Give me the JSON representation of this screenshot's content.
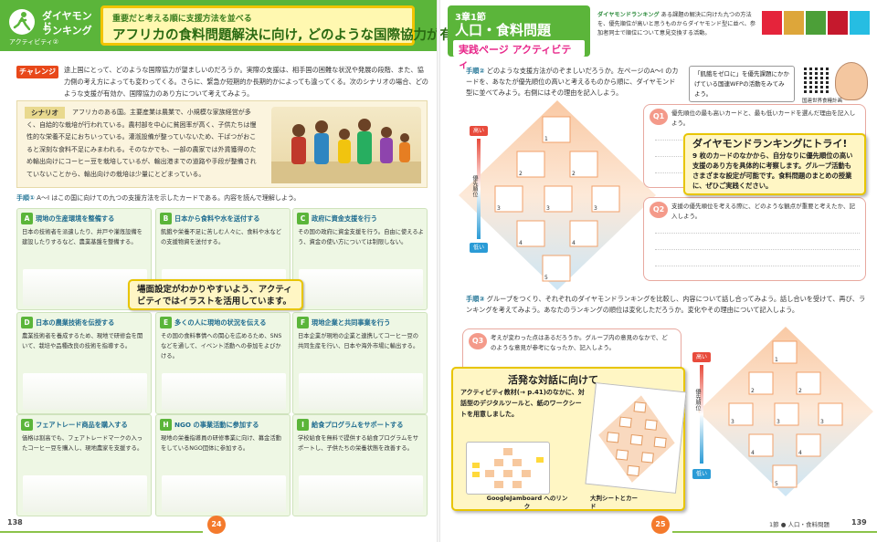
{
  "header_left": {
    "badge_line1": "ダイヤモンド",
    "badge_line2": "ランキング",
    "badge_sub": "アクティビティ②",
    "subtitle": "重要だと考える順に支援方法を並べる",
    "title": "アフリカの食料問題解決に向け, どのような国際協力が有効か?"
  },
  "header_right": {
    "chapter": "3章1節",
    "section": "人口・食料問題",
    "practice": "実践ページ アクティビティ",
    "sdg_label": "ダイヤモンドランキング",
    "sdg_text": "ある課題の解決に向けた九つの方法を、優先順位が高いと思うものからダイヤモンド型に並べ、参加者同士で順位について意見交換する活動。"
  },
  "challenge": {
    "label": "チャレンジ",
    "text": "途上国にとって、どのような国際協力が望ましいのだろうか。実際の支援は、相手国の困難な状況や発展の段階、また、協力側の考え方によっても変わってくる。さらに、緊急か短期的か長期的かによっても違ってくる。次のシナリオの場合、どのような支援が有効か、国際協力のあり方について考えてみよう。"
  },
  "scenario": {
    "label": "シナリオ",
    "text": "アフリカのある国。主要産業は農業で、小規模な家族経営が多く、自給的な栽培が行われている。農村部を中心に貧困率が高く、子供たちは慢性的な栄養不足におちいっている。灌漑設備が整っていないため、干ばつがおこると深刻な食料不足にみまわれる。そのなかでも、一部の農家では外貨獲得のため輸出向けにコーヒー豆を栽培しているが、輸出港までの道路や手段が整備されていないことから、輸出向けの栽培は少量にとどまっている。"
  },
  "step1": {
    "label": "手順①",
    "text": "A〜I はこの国に向けての九つの支援方法を示したカードである。内容を読んで理解しよう。"
  },
  "cards": [
    {
      "key": "A",
      "title": "現地の生産環境を整備する",
      "text": "日本の技術者を派遣したり、井戸や灌漑設備を建設したりするなど、農業基盤を整備する。"
    },
    {
      "key": "B",
      "title": "日本から食料や水を送付する",
      "text": "飢餓や栄養不足に苦しむ人々に、食料や水などの支援物資を送付する。"
    },
    {
      "key": "C",
      "title": "政府に資金支援を行う",
      "text": "その国の政府に資金支援を行う。自由に使えるよう、資金の使い方については制限しない。"
    },
    {
      "key": "D",
      "title": "日本の農業技術を伝授する",
      "text": "農業技術者を養成するため、現地で研修会を開いて、栽培や品種改良の技術を指導する。"
    },
    {
      "key": "E",
      "title": "多くの人に現地の状況を伝える",
      "text": "その国の食料事情への関心を広めるため、SNSなどを通して、イベント活動への参加をよびかける。"
    },
    {
      "key": "F",
      "title": "現地企業と共同事業を行う",
      "text": "日本企業が現地の企業と連携してコーヒー豆の共同生産を行い、日本や海外市場に輸出する。"
    },
    {
      "key": "G",
      "title": "フェアトレード商品を購入する",
      "text": "価格は割高でも、フェアトレードマークの入ったコーヒー豆を購入し、現地農家を支援する。"
    },
    {
      "key": "H",
      "title": "NGO の事業活動に参加する",
      "text": "現地の栄養指導員の研修事業に向け、募金活動をしているNGO団体に参加する。"
    },
    {
      "key": "I",
      "title": "給食プログラムをサポートする",
      "text": "学校給食を無料で提供する給食プログラムをサポートし、子供たちの栄養状態を改善する。"
    }
  ],
  "callout_left": "場面設定がわかりやすいよう、アクティビティではイラストを活用しています。",
  "step2": {
    "label": "手順②",
    "text": "どのような支援方法がのぞましいだろうか。左ページのA〜I のカードを、あなたが優先順位の高いと考えるものから順に、ダイヤモンド型に並べてみよう。右側にはその理由を記入しよう。"
  },
  "axis": {
    "top": "高い",
    "mid": "優先順位",
    "bottom": "低い"
  },
  "qr_text": "「飢餓をゼロに」を優先課題にかかげている国連WFPの活動をみてみよう。",
  "wfp_label": "国連世界食糧計画",
  "q1": {
    "num": "Q1",
    "text": "優先順位の最も高いカードと、最も低いカードを選んだ理由を記入しよう。"
  },
  "q2": {
    "num": "Q2",
    "text": "支援の優先順位を考える際に、どのような観点が重要と考えたか、記入しよう。"
  },
  "callout_try": {
    "title": "ダイヤモンドランキングにトライ!",
    "text": "9 枚のカードのなかから、自分なりに優先順位の高い支援のあり方を具体的に考察します。グループ活動もさまざまな設定が可能です。食料問題のまとめの授業に、ぜひご実践ください。"
  },
  "step3": {
    "label": "手順③",
    "text": "グループをつくり、それぞれのダイヤモンドランキングを比較し、内容について話し合ってみよう。話し合いを受けて、再び、ランキングを考えてみよう。あなたのランキングの順位は変化しただろうか。変化やその理由について記入しよう。"
  },
  "q3": {
    "num": "Q3",
    "text": "考えが変わった点はあるだろうか。グループ内の意見のなかで、どのような意見が参考になったか、記入しよう。"
  },
  "callout_dialog": {
    "title": "活発な対話に向けて",
    "text": "アクティビティ教材(→ p.41)のなかに、対話型のデジタルツールと、紙のワークシートを用意しました。",
    "jam": "GoogleJamboard へのリンク",
    "sheet": "大判シートとカード"
  },
  "diamond_nums": [
    "1",
    "2",
    "2",
    "3",
    "3",
    "3",
    "4",
    "4",
    "5"
  ],
  "pages": {
    "left": "138",
    "left_inner": "24",
    "right_inner": "25",
    "right": "139",
    "footer": "1節 ● 人口・食料問題"
  },
  "colors": {
    "green": "#5bb53a",
    "yellow": "#f2c400",
    "pink": "#e8288b",
    "orange": "#f47a2c"
  }
}
